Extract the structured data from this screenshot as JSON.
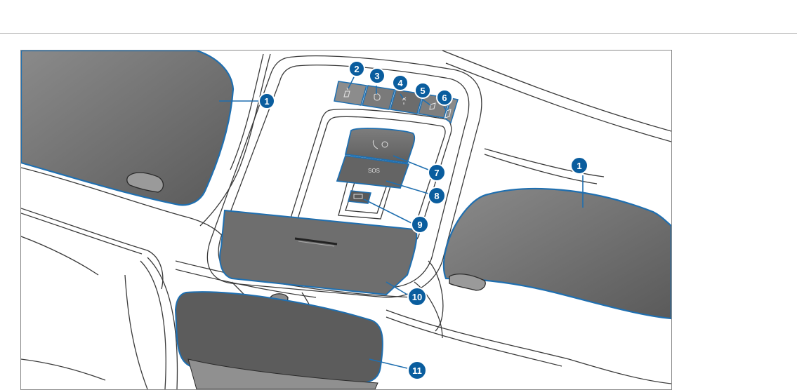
{
  "figure": {
    "callouts": [
      {
        "id": "c1a",
        "label": "1"
      },
      {
        "id": "c2",
        "label": "2"
      },
      {
        "id": "c3",
        "label": "3"
      },
      {
        "id": "c4",
        "label": "4"
      },
      {
        "id": "c5",
        "label": "5"
      },
      {
        "id": "c6",
        "label": "6"
      },
      {
        "id": "c1b",
        "label": "1"
      },
      {
        "id": "c7",
        "label": "7"
      },
      {
        "id": "c8",
        "label": "8"
      },
      {
        "id": "c9",
        "label": "9"
      },
      {
        "id": "c10",
        "label": "10"
      },
      {
        "id": "c11",
        "label": "11"
      }
    ],
    "button_glyphs": {
      "sos": "SOS"
    },
    "colors": {
      "callout_fill": "#0a5d9e",
      "callout_ring": "#ffffff",
      "part_fill": "#6f6f6f",
      "part_outline": "#1f6fb0",
      "sketch_line": "#3a3a3a"
    }
  }
}
